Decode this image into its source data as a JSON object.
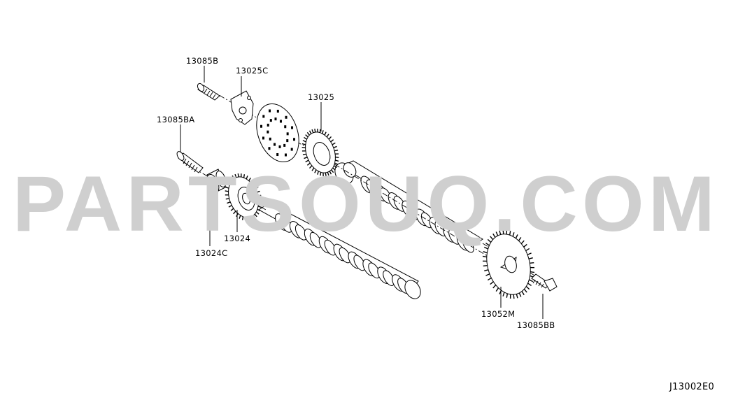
{
  "watermark": "PARTSOUQ.COM",
  "diagram_code": "J13002E0",
  "callouts": {
    "bolt_top": "13085B",
    "plate": "13025C",
    "sprocket_large": "13025",
    "bolt_mid": "13085BA",
    "sprocket_small": "13024",
    "washer": "13024C",
    "gear_right": "13052M",
    "bolt_right": "13085BB"
  }
}
